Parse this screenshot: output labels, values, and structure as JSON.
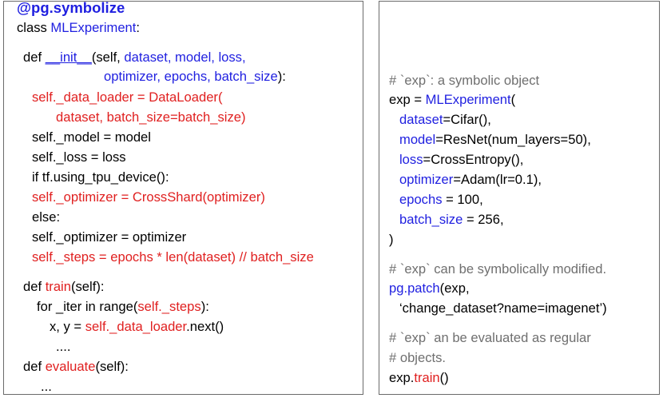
{
  "left": {
    "lines": [
      [
        {
          "t": "@pg.symbolize",
          "c": "blue deco"
        }
      ],
      [
        {
          "t": "class ",
          "c": ""
        },
        {
          "t": "MLExperiment",
          "c": "blue"
        },
        {
          "t": ":",
          "c": ""
        }
      ],
      [
        {
          "t": "def ",
          "c": ""
        },
        {
          "t": "__init__",
          "c": "blue ul"
        },
        {
          "t": "(self, ",
          "c": ""
        },
        {
          "t": "dataset, model, loss,",
          "c": "blue"
        }
      ],
      [
        {
          "t": "optimizer, epochs, batch_size",
          "c": "blue"
        },
        {
          "t": "):",
          "c": ""
        }
      ],
      [
        {
          "t": "self._data_loader = DataLoader(",
          "c": "red"
        }
      ],
      [
        {
          "t": "dataset, batch_size=batch_size)",
          "c": "red"
        }
      ],
      [
        {
          "t": "self._model = model",
          "c": ""
        }
      ],
      [
        {
          "t": "self._loss = loss",
          "c": ""
        }
      ],
      [
        {
          "t": "if tf.using_tpu_device():",
          "c": ""
        }
      ],
      [
        {
          "t": "self._optimizer = CrossShard(optimizer)",
          "c": "red"
        }
      ],
      [
        {
          "t": "else:",
          "c": ""
        }
      ],
      [
        {
          "t": "self._optimizer = optimizer",
          "c": ""
        }
      ],
      [
        {
          "t": "self._steps = epochs * len(dataset) // batch_size",
          "c": "red"
        }
      ],
      [
        {
          "t": "def ",
          "c": ""
        },
        {
          "t": "train",
          "c": "red"
        },
        {
          "t": "(self):",
          "c": ""
        }
      ],
      [
        {
          "t": "for _iter in range(",
          "c": ""
        },
        {
          "t": "self._steps",
          "c": "red"
        },
        {
          "t": "):",
          "c": ""
        }
      ],
      [
        {
          "t": "x, y = ",
          "c": ""
        },
        {
          "t": "self._data_loader",
          "c": "red"
        },
        {
          "t": ".next()",
          "c": ""
        }
      ],
      [
        {
          "t": "....",
          "c": ""
        }
      ],
      [
        {
          "t": "def ",
          "c": ""
        },
        {
          "t": "evaluate",
          "c": "red"
        },
        {
          "t": "(self):",
          "c": ""
        }
      ],
      [
        {
          "t": "...",
          "c": ""
        }
      ]
    ]
  },
  "right": {
    "lines": [
      [
        {
          "t": "# `exp`: a symbolic object",
          "c": "gray"
        }
      ],
      [
        {
          "t": "exp = ",
          "c": ""
        },
        {
          "t": "MLExperiment",
          "c": "blue"
        },
        {
          "t": "(",
          "c": ""
        }
      ],
      [
        {
          "t": "dataset",
          "c": "blue"
        },
        {
          "t": "=Cifar(),",
          "c": ""
        }
      ],
      [
        {
          "t": "model",
          "c": "blue"
        },
        {
          "t": "=ResNet(num_layers=50),",
          "c": ""
        }
      ],
      [
        {
          "t": "loss",
          "c": "blue"
        },
        {
          "t": "=CrossEntropy(),",
          "c": ""
        }
      ],
      [
        {
          "t": "optimizer",
          "c": "blue"
        },
        {
          "t": "=Adam(lr=0.1),",
          "c": ""
        }
      ],
      [
        {
          "t": "epochs",
          "c": "blue"
        },
        {
          "t": " = 100,",
          "c": ""
        }
      ],
      [
        {
          "t": "batch_size",
          "c": "blue"
        },
        {
          "t": " = 256,",
          "c": ""
        }
      ],
      [
        {
          "t": ")",
          "c": ""
        }
      ],
      [
        {
          "t": "# `exp` can be symbolically modified.",
          "c": "gray"
        }
      ],
      [
        {
          "t": "pg.patch",
          "c": "blue"
        },
        {
          "t": "(exp,",
          "c": ""
        }
      ],
      [
        {
          "t": "‘change_dataset?name=imagenet’)",
          "c": ""
        }
      ],
      [
        {
          "t": "# `exp` an be evaluated as regular",
          "c": "gray"
        }
      ],
      [
        {
          "t": "# objects.",
          "c": "gray"
        }
      ],
      [
        {
          "t": "exp.",
          "c": ""
        },
        {
          "t": "train",
          "c": "red"
        },
        {
          "t": "()",
          "c": ""
        }
      ]
    ]
  }
}
